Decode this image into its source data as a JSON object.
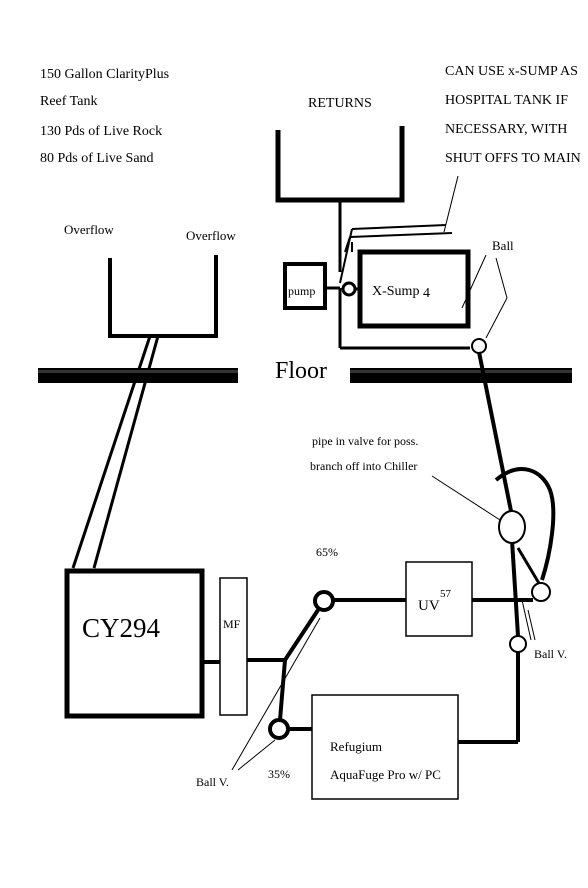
{
  "tank_info": {
    "line1": "150 Gallon ClarityPlus",
    "line2": "Reef Tank",
    "line3": "130 Pds of Live Rock",
    "line4": "80 Pds of Live Sand"
  },
  "returns_label": "RETURNS",
  "note": {
    "line1": "CAN USE x-SUMP AS",
    "line2": "HOSPITAL TANK IF",
    "line3": "NECESSARY, WITH",
    "line4": "SHUT OFFS TO MAIN"
  },
  "overflow_left": "Overflow",
  "overflow_right": "Overflow",
  "ball_top": "Ball",
  "pump_label": "pump",
  "xsump_label": "X-Sump",
  "xsump_num": "4",
  "floor_label": "Floor",
  "chiller_note": {
    "line1": "pipe in valve for poss.",
    "line2": "branch off into Chiller"
  },
  "pct_65": "65%",
  "uv_label": "UV",
  "uv_sup": "57",
  "cy_label": "CY294",
  "mf_label": "MF",
  "ball_v_right": "Ball V.",
  "ball_v_left": "Ball V.",
  "pct_35": "35%",
  "refugium": {
    "line1": "Refugium",
    "line2": "AquaFuge Pro w/ PC"
  }
}
